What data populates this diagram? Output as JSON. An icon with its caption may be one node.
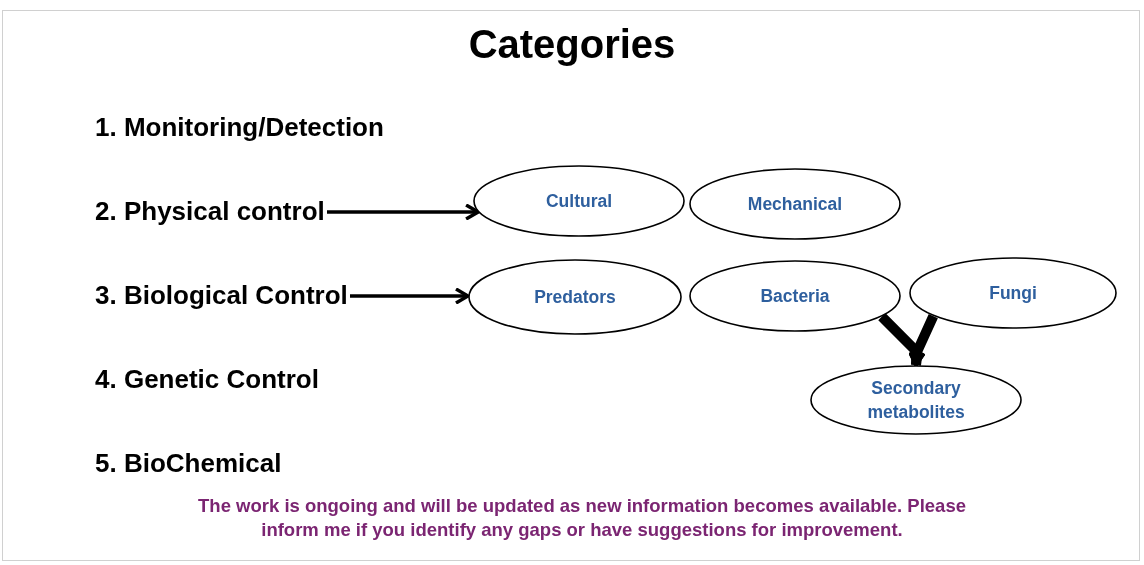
{
  "diagram": {
    "title": "Categories",
    "nodes": [
      {
        "text": [
          "2. Physical control"
        ]
      },
      {
        "text": [
          "Cultural"
        ]
      },
      {
        "text": [
          "Mechanical"
        ]
      },
      {
        "text": [
          "3. Biological Control"
        ]
      },
      {
        "text": [
          "Predators"
        ]
      },
      {
        "text": [
          "Bacteria"
        ]
      },
      {
        "text": [
          "Fungi"
        ]
      },
      {
        "text": [
          "Secondary metabolites"
        ]
      }
    ],
    "edges": [
      {
        "from": 0,
        "to": 1,
        "arrow": "to"
      },
      {
        "from": 3,
        "to": 4,
        "arrow": "to"
      },
      {
        "from": 5,
        "to": 7,
        "arrow": "to",
        "style": "thick"
      },
      {
        "from": 6,
        "to": 7,
        "arrow": "to",
        "style": "thick"
      }
    ],
    "labels": [
      "1. Monitoring/Detection",
      "4. Genetic Control",
      "5. BioChemical",
      "The work is ongoing and will be updated as new information becomes available. Please inform me if you identify any gaps or have suggestions for improvement."
    ]
  }
}
